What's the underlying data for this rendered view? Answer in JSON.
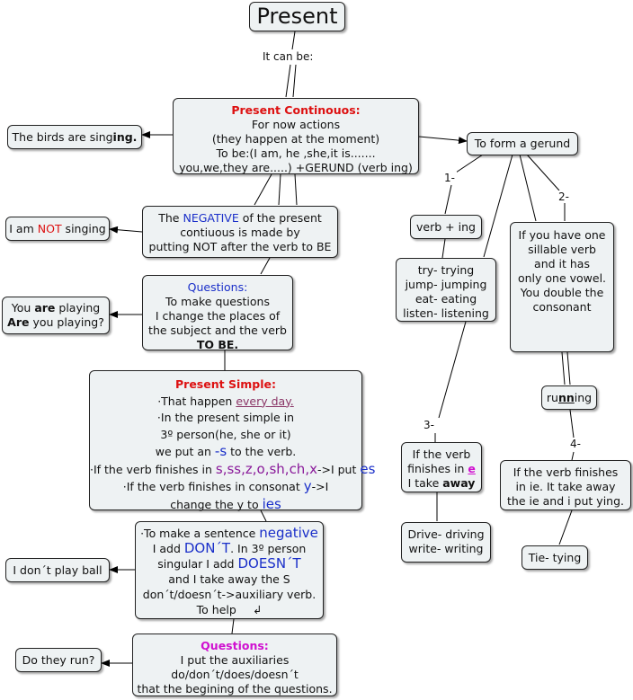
{
  "title": "Present",
  "it_can_be": "It can be:",
  "continuous": {
    "heading": "Present Continouos:",
    "l1": "For now actions",
    "l2": "(they happen at the moment)",
    "l3": "To be:(I am, he ,she,it is.......",
    "l4": "you,we,they are.....) +GERUND (verb ing)"
  },
  "birds": {
    "a": "The birds are sing",
    "b": "ing."
  },
  "negative": {
    "a": "The ",
    "b": "NEGATIVE",
    "c": " of the present",
    "l2": "contiuous is made by",
    "l3": "putting NOT after the verb to BE"
  },
  "not_singing": {
    "a": "I am ",
    "b": "NOT",
    "c": " singing"
  },
  "questions1": {
    "heading": "Questions:",
    "l1": "To make questions",
    "l2": "I change the places of",
    "l3": "the subject and the verb",
    "l4": "TO BE."
  },
  "you_are": {
    "a": "You ",
    "b": "are",
    "c": " playing",
    "d": "Are",
    "e": " you playing?"
  },
  "simple": {
    "heading": "Present Simple:",
    "l1a": "·That happen ",
    "l1b": "every day.",
    "l2": "·In the present simple in",
    "l3": "3º person(he, she or it)",
    "l4a": "we put an ",
    "l4b": "-s",
    "l4c": " to the verb.",
    "l5a": "·If the verb finishes in ",
    "l5b": "s,ss,z,o,sh,ch,x",
    "l5c": "->I put ",
    "l5d": "es",
    "l6a": "·If the verb finishes in consonat ",
    "l6b": "y",
    "l6c": "->I",
    "l7a": "change the y to ",
    "l7b": "ies"
  },
  "neg_simple": {
    "l1a": "·To make a sentence ",
    "l1b": "negative",
    "l2a": "I add ",
    "l2b": "DON´T",
    "l2c": ". In 3º person",
    "l3a": "singular I add ",
    "l3b": "DOESN´T",
    "l4": "and I take away the S",
    "l5": "don´t/doesn´t->auxiliary verb.",
    "l6": "To help",
    "l6b": "↲"
  },
  "dont_play": "I don´t play ball",
  "questions2": {
    "heading": "Questions:",
    "l1": "I put the auxiliaries",
    "l2": "do/don´t/does/doesn´t",
    "l3": "that the begining of the questions."
  },
  "do_they_run": "Do they run?",
  "gerund": "To form a gerund",
  "rule_labels": {
    "r1": "1-",
    "r2": "2-",
    "r3": "3-",
    "r4": "4-"
  },
  "verb_ing": "verb + ing",
  "examples1": {
    "l1": "try- trying",
    "l2": "jump- jumping",
    "l3": "eat- eating",
    "l4": "listen- listening"
  },
  "one_syllable": {
    "l1": "If you have one",
    "l2": "sillable verb",
    "l3": "and it has",
    "l4": "only one vowel.",
    "l5": "You double the",
    "l6": "consonant"
  },
  "running": {
    "a": "ru",
    "b": "nn",
    "c": "ing"
  },
  "finishes_e": {
    "l1": "If the verb",
    "l2a": "finishes in ",
    "l2b": "e",
    "l3a": "I take ",
    "l3b": "away"
  },
  "drive": {
    "l1": "Drive- driving",
    "l2": "write- writing"
  },
  "finishes_ie": {
    "l1": "If the verb finishes",
    "l2": "in ie. It take away",
    "l3": "the ie and i put ying."
  },
  "tie": "Tie- tying"
}
